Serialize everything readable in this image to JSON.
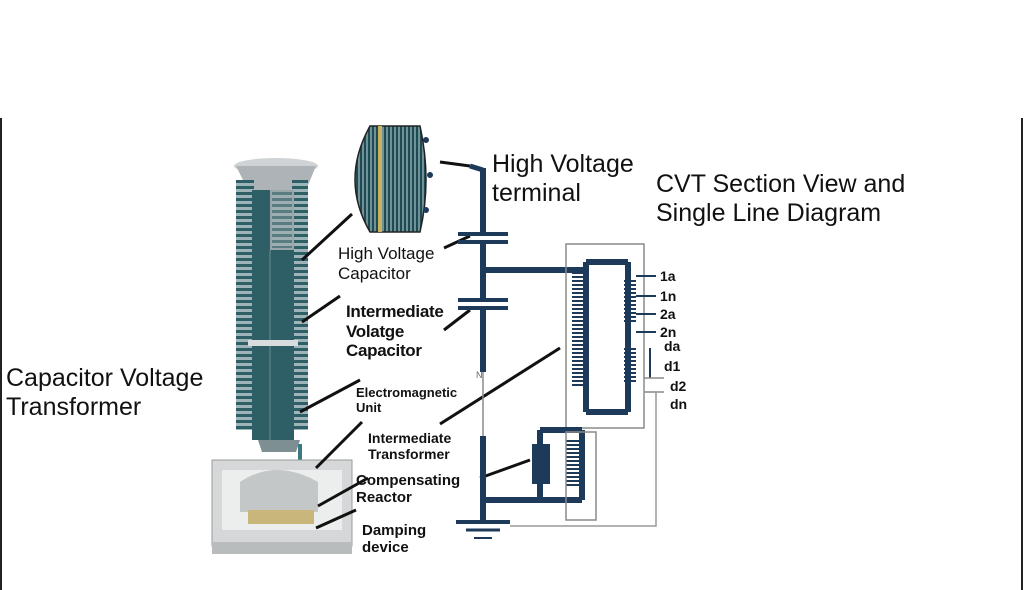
{
  "title": "CVT Section View and\nSingle Line Diagram",
  "labels": {
    "cvt": "Capacitor Voltage\nTransformer",
    "hv_terminal": "High Voltage\nterminal",
    "hv_capacitor": "High Voltage\nCapacitor",
    "intermediate_capacitor": "Intermediate\nVolatge\nCapacitor",
    "em_unit": "Electromagnetic\nUnit",
    "intermediate_transformer": "Intermediate\nTransformer",
    "compensating_reactor": "Compensating\nReactor",
    "damping_device": "Damping\ndevice",
    "neutral_mark": "N"
  },
  "terminals": [
    "1a",
    "1n",
    "2a",
    "2n",
    "da",
    "d1",
    "d2",
    "dn"
  ],
  "colors": {
    "line": "#1d3a5a",
    "insulator": "#2e5f66",
    "frame": "#8a8a8a"
  }
}
